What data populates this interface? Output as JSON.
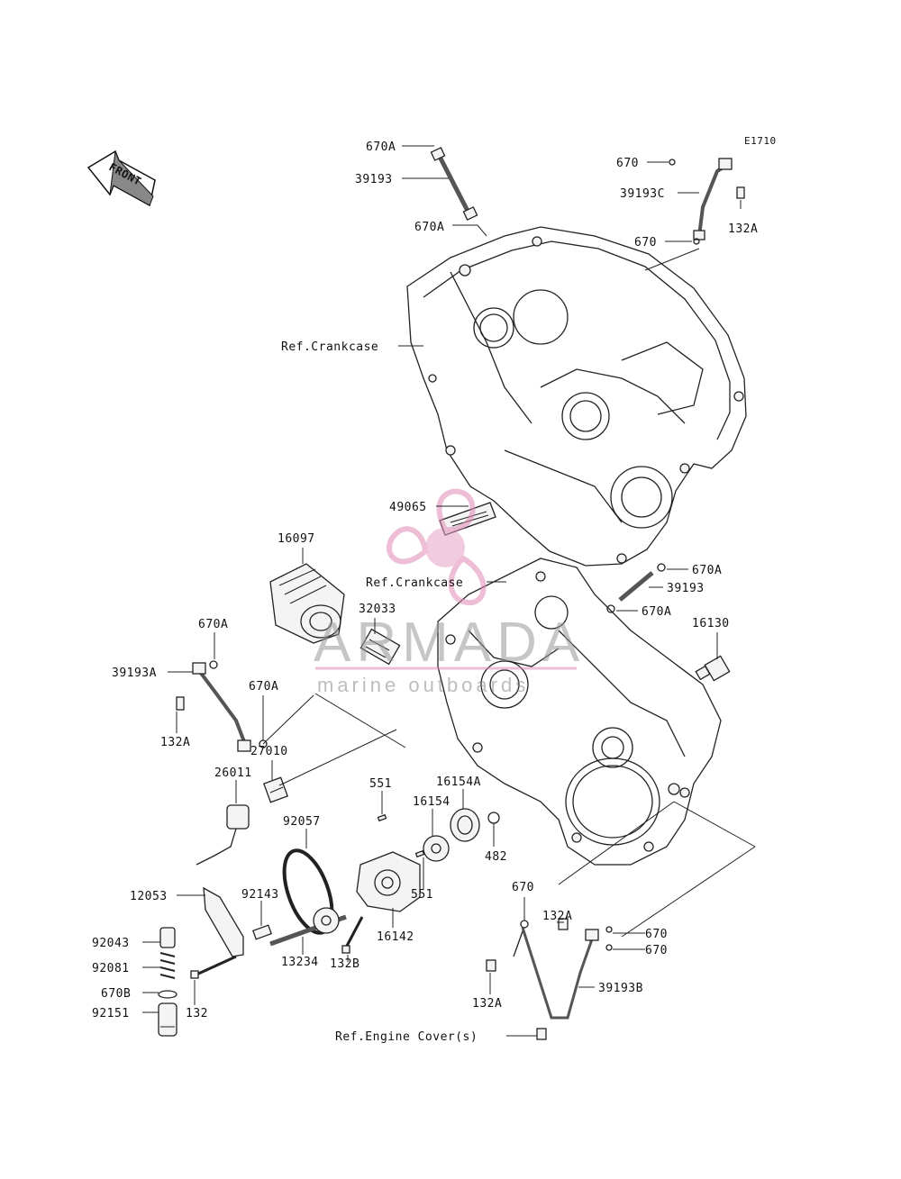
{
  "diagram_code": "E1710",
  "front_marker": "FRONT",
  "watermark": {
    "brand": "ARMADA",
    "tagline": "marine outboards"
  },
  "labels": {
    "p670A_top": "670A",
    "p39193_top": "39193",
    "p670A_mid": "670A",
    "p670_top_r": "670",
    "p39193C": "39193C",
    "p670_mid_r": "670",
    "p132A_top_r": "132A",
    "ref_crankcase_upper": "Ref.Crankcase",
    "p49065": "49065",
    "p16097": "16097",
    "ref_crankcase_lower": "Ref.Crankcase",
    "p670A_r1": "670A",
    "p39193_r": "39193",
    "p670A_r2": "670A",
    "p32033": "32033",
    "p16130": "16130",
    "p670A_left": "670A",
    "p39193A": "39193A",
    "p670A_left2": "670A",
    "p132A_left": "132A",
    "p27010": "27010",
    "p26011": "26011",
    "p551_top": "551",
    "p16154A": "16154A",
    "p16154": "16154",
    "p92057": "92057",
    "p482": "482",
    "p551_low": "551",
    "p12053": "12053",
    "p92143": "92143",
    "p16142": "16142",
    "p670_low_top": "670",
    "p132A_low": "132A",
    "p670_low_r1": "670",
    "p670_low_r2": "670",
    "p92043": "92043",
    "p13234": "13234",
    "p132B": "132B",
    "p92081": "92081",
    "p39193B": "39193B",
    "p132A_low2": "132A",
    "p670B": "670B",
    "p92151": "92151",
    "p132": "132",
    "ref_engine_cover": "Ref.Engine Cover(s)"
  }
}
